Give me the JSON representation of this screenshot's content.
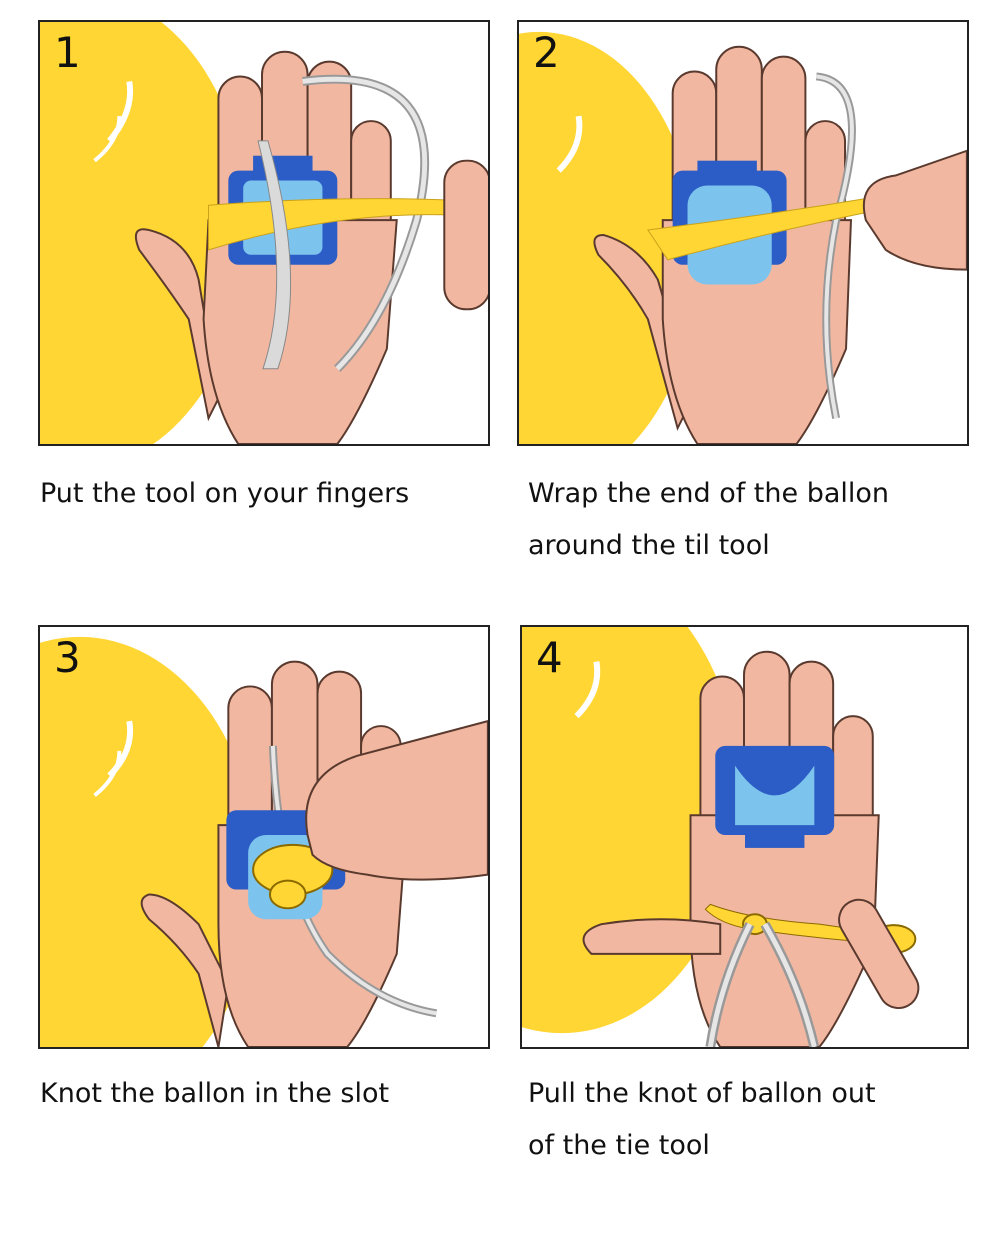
{
  "steps": [
    {
      "number": "1",
      "caption_lines": [
        "Put the tool on your fingers"
      ]
    },
    {
      "number": "2",
      "caption_lines": [
        "Wrap the end of the ballon",
        "around the til tool"
      ]
    },
    {
      "number": "3",
      "caption_lines": [
        "Knot the ballon in the slot"
      ]
    },
    {
      "number": "4",
      "caption_lines": [
        "Pull the knot of ballon out",
        "of the tie tool"
      ]
    }
  ],
  "colors": {
    "balloon": "#FFD633",
    "skin": "#F2B7A0",
    "skin_outline": "#5A3A2E",
    "tool_dark": "#2C5CC5",
    "tool_light": "#7CC4EE",
    "ribbon": "#DADADA"
  },
  "icons": [
    "balloon-illustration",
    "hand-illustration",
    "balloon-tie-tool-icon",
    "ribbon-illustration"
  ]
}
